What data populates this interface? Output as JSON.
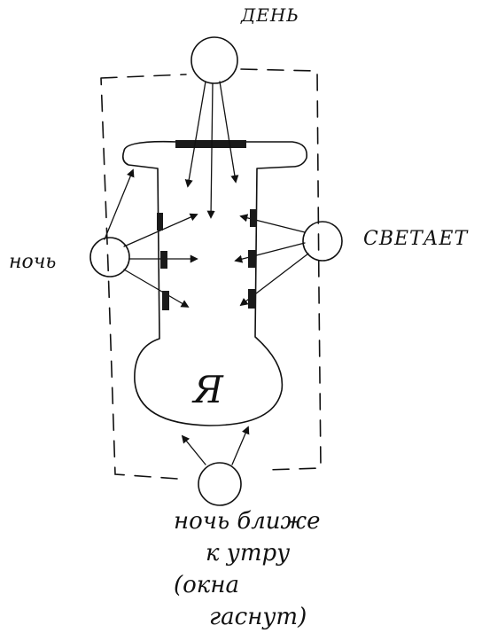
{
  "labels": {
    "day": "ДЕНЬ",
    "night": "ночь",
    "dawn": "СВЕТАЕТ",
    "self": "Я",
    "near_morning_line1": "ночь ближе",
    "near_morning_line2": "к утру",
    "windows_line1": "(окна",
    "windows_line2": "гаснут)"
  },
  "colors": {
    "ink": "#111111",
    "paper": "#ffffff"
  }
}
